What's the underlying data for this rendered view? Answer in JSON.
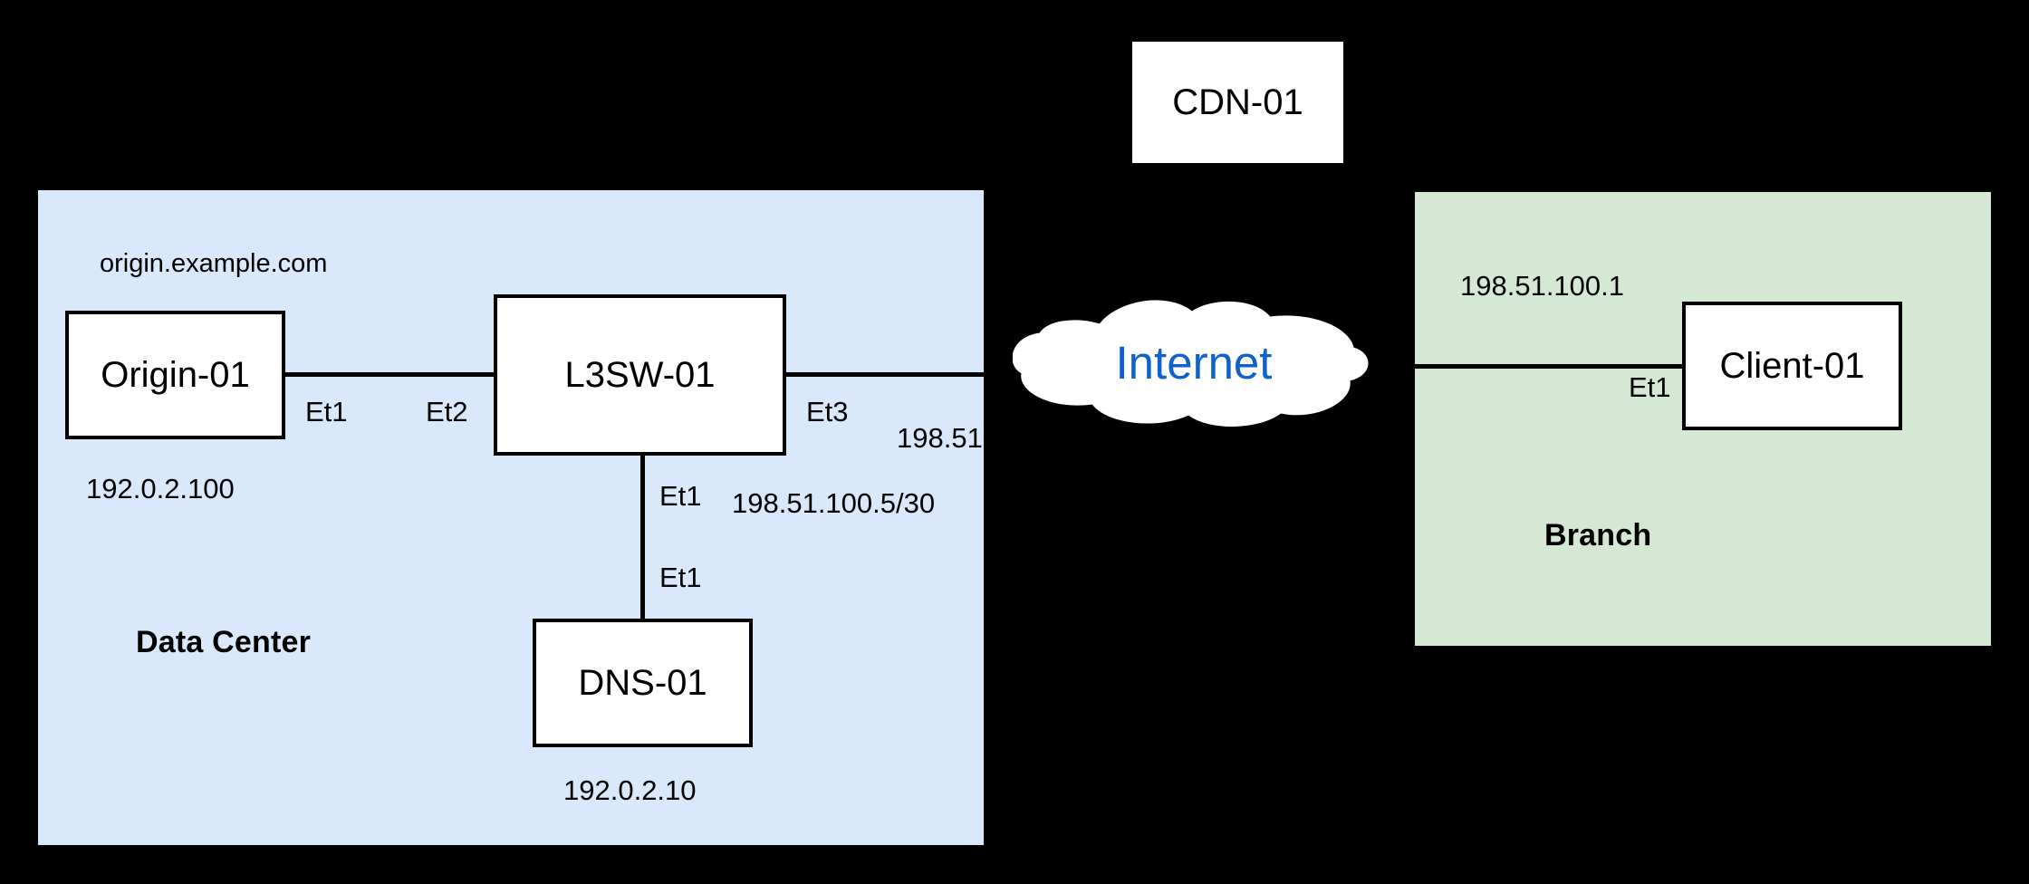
{
  "diagram": {
    "background_color": "#000000",
    "zones": [
      {
        "id": "data-center",
        "label": "Data Center",
        "fill": "#dae8fc"
      },
      {
        "id": "branch",
        "label": "Branch",
        "fill": "#d5e8d4"
      }
    ],
    "nodes": {
      "origin": {
        "label": "Origin-01",
        "fqdn": "origin.example.com",
        "ip": "192.0.2.100"
      },
      "l3sw": {
        "label": "L3SW-01"
      },
      "dns": {
        "label": "DNS-01",
        "ip": "192.0.2.10"
      },
      "client": {
        "label": "Client-01",
        "ip": "198.51.100.1"
      },
      "cdn": {
        "label": "CDN-01"
      }
    },
    "cloud": {
      "label": "Internet",
      "fill": "#ffffff",
      "text_color": "#0f62cc"
    },
    "interface_labels": {
      "origin_et1": "Et1",
      "l3sw_et2": "Et2",
      "l3sw_et3": "Et3",
      "l3sw_et3_ip": "198.51",
      "l3sw_et1": "Et1",
      "l3sw_et1_ip": "198.51.100.5/30",
      "dns_et1": "Et1",
      "client_et1": "Et1"
    }
  }
}
